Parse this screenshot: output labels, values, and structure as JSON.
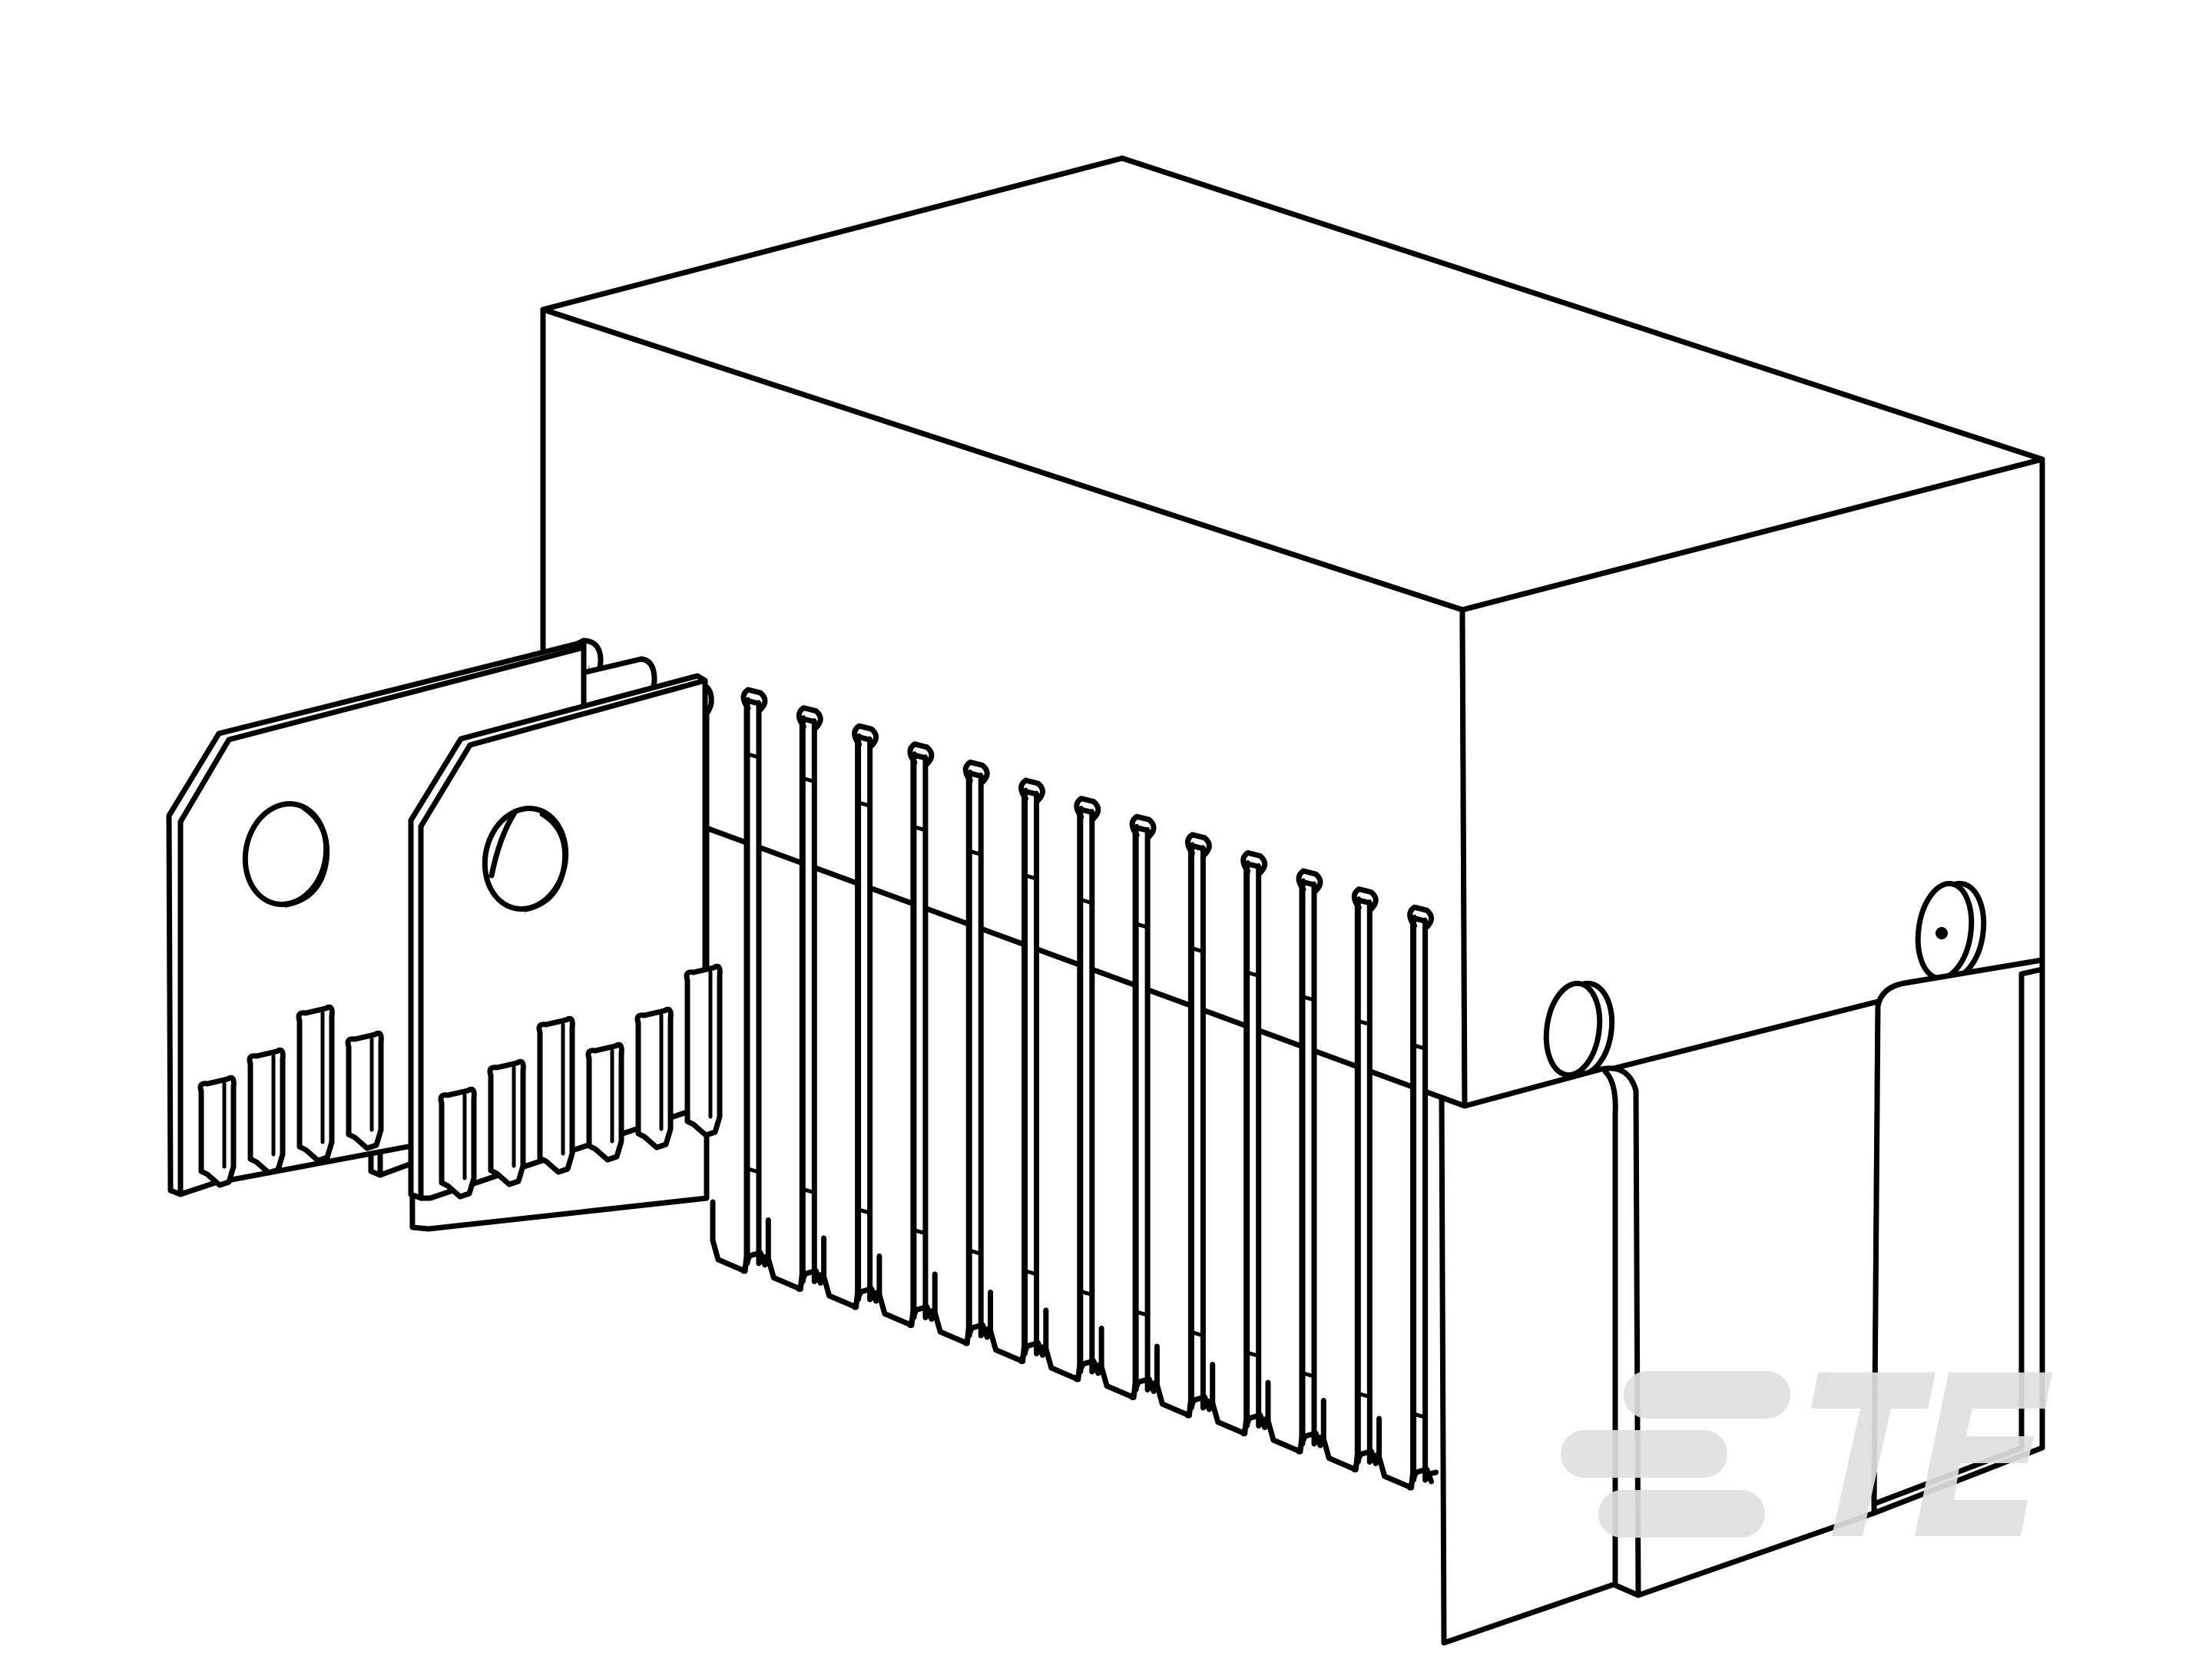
{
  "drawing": {
    "subject": "connector housing line drawing",
    "background_color": "#ffffff",
    "line_color": "#000000",
    "components": {
      "housing": "rectangular-box",
      "power_contacts": 3,
      "signal_fins": 13,
      "mounting_pegs": 2
    }
  },
  "logo": {
    "text": "TE",
    "color": "#e0e0e0"
  }
}
